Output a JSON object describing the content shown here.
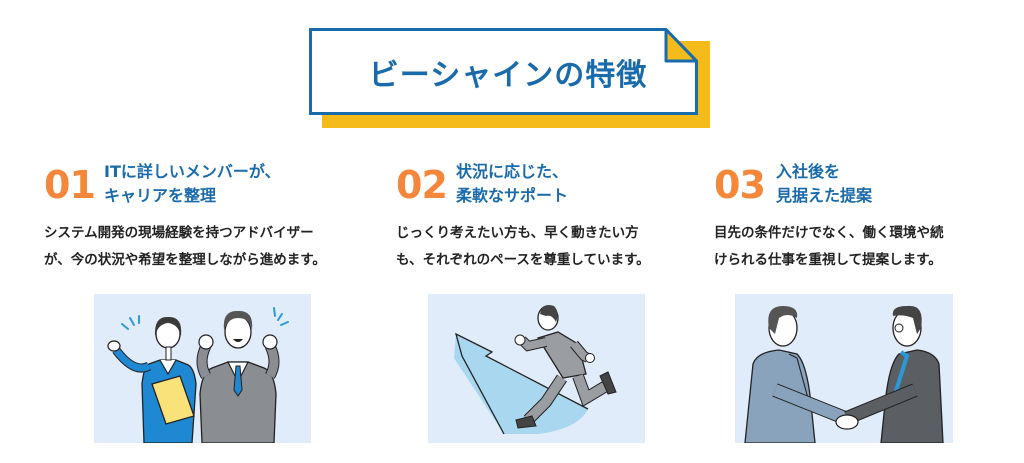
{
  "section": {
    "title": "ビーシャインの特徴",
    "colors": {
      "accent_blue": "#1a6bab",
      "accent_orange": "#f4873a",
      "accent_yellow": "#f5bb1b",
      "illustration_bg": "#e1ecfa"
    }
  },
  "features": [
    {
      "number": "01",
      "heading_line1": "ITに詳しいメンバーが、",
      "heading_line2": "キャリアを整理",
      "desc_line1": "システム開発の現場経験を持つアドバイザー",
      "desc_line2": "が、今の状況や希望を整理しながら進めます。",
      "illustration": "two-business-people-cheering"
    },
    {
      "number": "02",
      "heading_line1": "状況に応じた、",
      "heading_line2": "柔軟なサポート",
      "desc_line1": "じっくり考えたい方も、早く動きたい方",
      "desc_line2": "も、それぞれのペースを尊重しています。",
      "illustration": "businessman-running-up-arrow"
    },
    {
      "number": "03",
      "heading_line1": "入社後を",
      "heading_line2": "見据えた提案",
      "desc_line1": "目先の条件だけでなく、働く環境や続",
      "desc_line2": "けられる仕事を重視して提案します。",
      "illustration": "two-businessmen-handshake"
    }
  ]
}
